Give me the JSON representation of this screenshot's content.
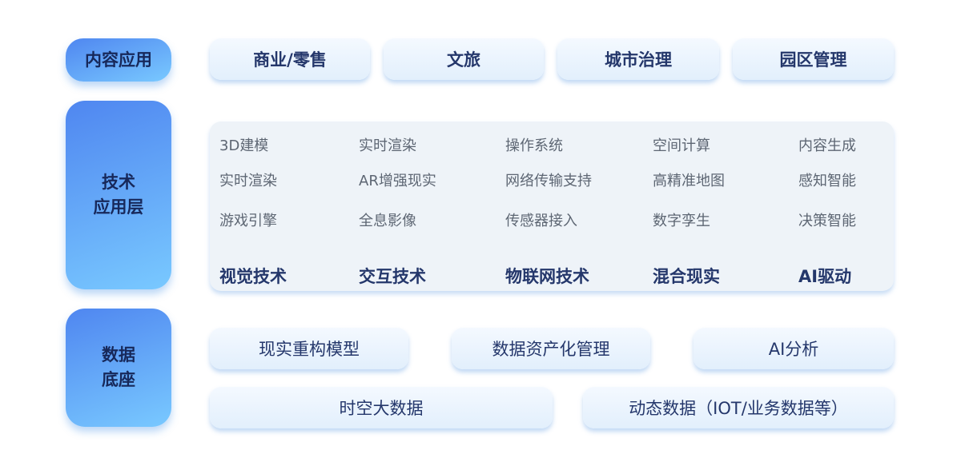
{
  "layers": {
    "content": {
      "label": "内容应用",
      "items": [
        "商业/零售",
        "文旅",
        "城市治理",
        "园区管理"
      ]
    },
    "tech": {
      "label_line1": "技术",
      "label_line2": "应用层",
      "columns": [
        {
          "heading": "视觉技术",
          "items": [
            "3D建模",
            "实时渲染",
            "游戏引擎"
          ]
        },
        {
          "heading": "交互技术",
          "items": [
            "实时渲染",
            "AR增强现实",
            "全息影像"
          ]
        },
        {
          "heading": "物联网技术",
          "items": [
            "操作系统",
            "网络传输支持",
            "传感器接入"
          ]
        },
        {
          "heading": "混合现实",
          "items": [
            "空间计算",
            "高精准地图",
            "数字孪生"
          ]
        },
        {
          "heading": "AI驱动",
          "items": [
            "内容生成",
            "感知智能",
            "决策智能"
          ]
        }
      ]
    },
    "data": {
      "label_line1": "数据",
      "label_line2": "底座",
      "row1": [
        "现实重构模型",
        "数据资产化管理",
        "AI分析"
      ],
      "row2": [
        "时空大数据",
        "动态数据（IOT/业务数据等）"
      ]
    }
  }
}
